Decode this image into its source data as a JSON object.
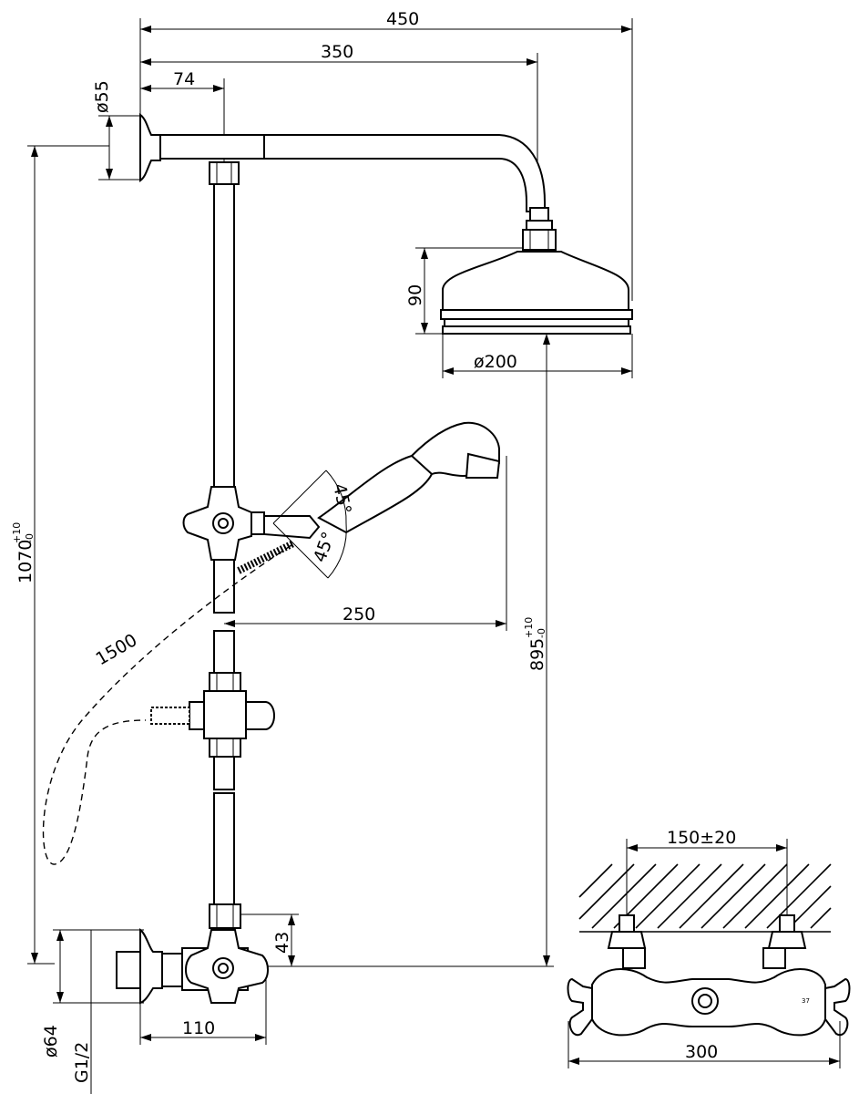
{
  "dimensions": {
    "total_width": "450",
    "arm_reach": "350",
    "arm_offset": "74",
    "wall_flange_diameter": "ø55",
    "head_height": "90",
    "head_diameter": "ø200",
    "hose_length": "1500",
    "handshower_reach": "250",
    "tilt_upper": "45°",
    "tilt_lower": "45°",
    "total_height": "1070",
    "total_height_tol": "+10\n-0",
    "head_height_from_mixer": "895",
    "head_height_tol": "+10\n-0",
    "mixer_rise": "43",
    "mixer_depth": "110",
    "inlet_diameter": "ø64",
    "inlet_thread": "G1/2",
    "center_distance": "150±20",
    "mixer_width": "300"
  },
  "labels": {
    "mixer_badge": "37"
  }
}
